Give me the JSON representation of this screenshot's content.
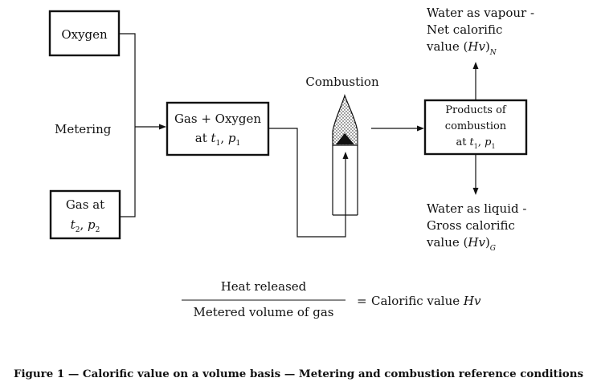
{
  "diagram": {
    "oxygen": "Oxygen",
    "metering": "Metering",
    "gas_at": "Gas at",
    "gas_t": "t",
    "gas_t_sub": "2",
    "gas_p": "p",
    "gas_p_sub": "2",
    "mix_line1": "Gas + Oxygen",
    "mix_at": "at ",
    "mix_t": "t",
    "mix_t_sub": "1",
    "mix_p": "p",
    "mix_p_sub": "1",
    "combustion": "Combustion",
    "products_line1": "Products of",
    "products_line2": "combustion",
    "products_at": "at ",
    "products_t": "t",
    "products_t_sub": "1",
    "products_p": "p",
    "products_p_sub": "1",
    "vapour_line1": "Water as vapour -",
    "vapour_line2": "Net calorific",
    "vapour_value": "value (",
    "vapour_hv": "Hv",
    "vapour_close": ")",
    "vapour_sub": "N",
    "liquid_line1": "Water as liquid -",
    "liquid_line2": "Gross calorific",
    "liquid_value": "value (",
    "liquid_hv": "Hv",
    "liquid_close": ")",
    "liquid_sub": "G",
    "numerator": "Heat released",
    "denominator": "Metered volume of gas",
    "equals": "=",
    "result": "Calorific value ",
    "result_hv": "Hv"
  },
  "caption": "Figure 1 — Calorific value on a volume basis — Metering and combustion reference conditions"
}
